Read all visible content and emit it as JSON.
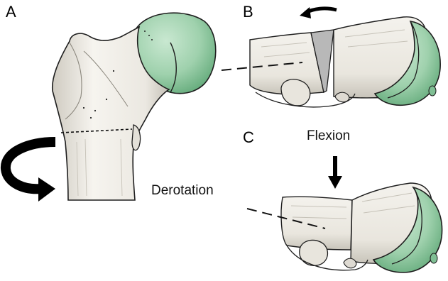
{
  "panels": {
    "a": {
      "label": "A",
      "caption": "Derotation"
    },
    "b": {
      "label": "B"
    },
    "c": {
      "label": "C",
      "caption": "Flexion"
    }
  },
  "colors": {
    "femoral_head": "#9fd1ad",
    "femoral_head_shade": "#5ea776",
    "bone": "#f2f0ea",
    "bone_shadow": "#bcb8ae",
    "outline": "#1e1e1e",
    "wedge": "#b8b8b8",
    "arrow": "#000000"
  },
  "icons": [
    "curved-derotation-arrow-icon",
    "rotation-arrow-icon",
    "flexion-arrow-icon"
  ]
}
